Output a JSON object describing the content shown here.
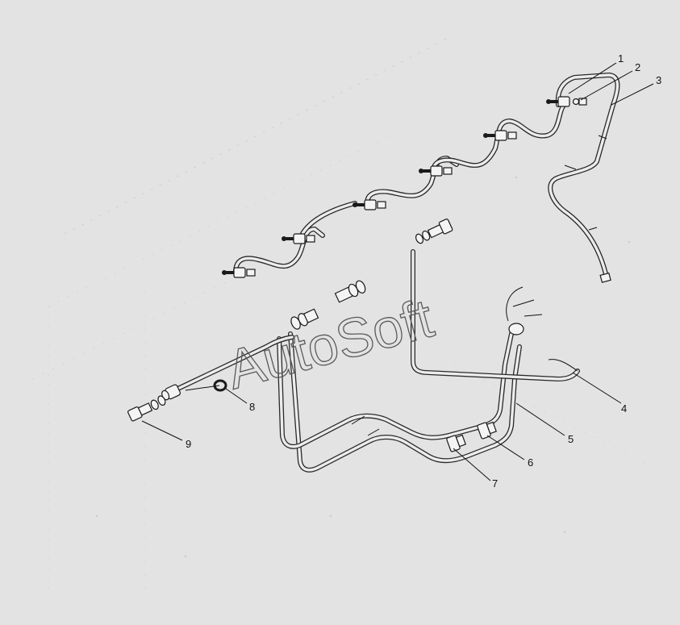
{
  "watermark": "AutoSoft",
  "callouts": [
    {
      "id": "1",
      "label": "1"
    },
    {
      "id": "2",
      "label": "2"
    },
    {
      "id": "3",
      "label": "3"
    },
    {
      "id": "4",
      "label": "4"
    },
    {
      "id": "5",
      "label": "5"
    },
    {
      "id": "6",
      "label": "6"
    },
    {
      "id": "7",
      "label": "7"
    },
    {
      "id": "8",
      "label": "8"
    },
    {
      "id": "9",
      "label": "9"
    }
  ],
  "colors": {
    "background": "#e3e3e3",
    "line": "#1a1a1a",
    "pipe_fill": "#ececec"
  }
}
